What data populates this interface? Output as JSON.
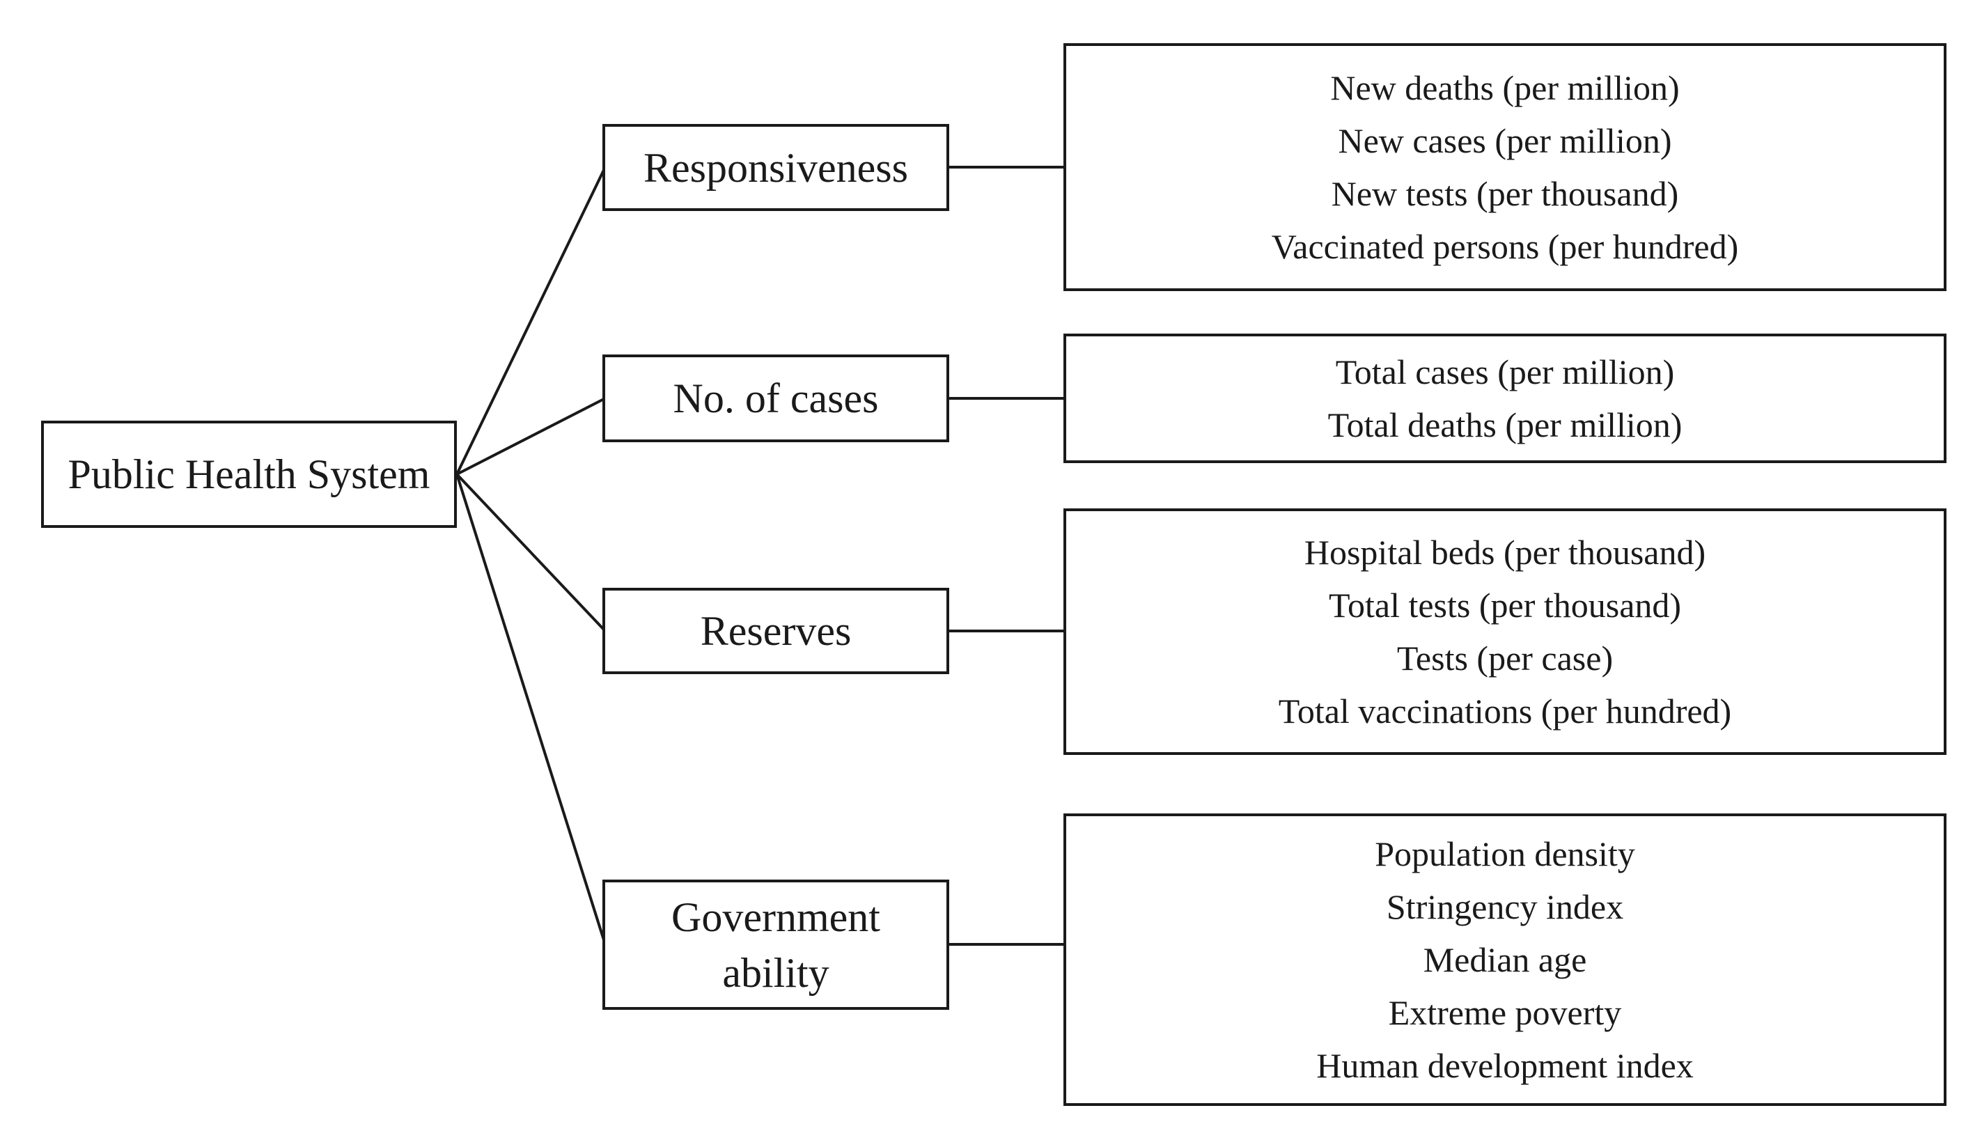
{
  "diagram": {
    "root": {
      "label": "Public Health System"
    },
    "branches": [
      {
        "label": "Responsiveness",
        "items": [
          "New deaths (per million)",
          "New cases (per million)",
          "New tests (per thousand)",
          "Vaccinated persons (per hundred)"
        ]
      },
      {
        "label": "No. of cases",
        "items": [
          "Total cases (per million)",
          "Total deaths (per million)"
        ]
      },
      {
        "label": "Reserves",
        "items": [
          "Hospital beds (per thousand)",
          "Total tests (per thousand)",
          "Tests (per case)",
          "Total vaccinations (per hundred)"
        ]
      },
      {
        "label": "Government ability",
        "items": [
          "Population density",
          "Stringency index",
          "Median age",
          "Extreme poverty",
          "Human development index"
        ]
      }
    ],
    "colors": {
      "ink": "#1a1a1a",
      "background": "#ffffff"
    }
  }
}
